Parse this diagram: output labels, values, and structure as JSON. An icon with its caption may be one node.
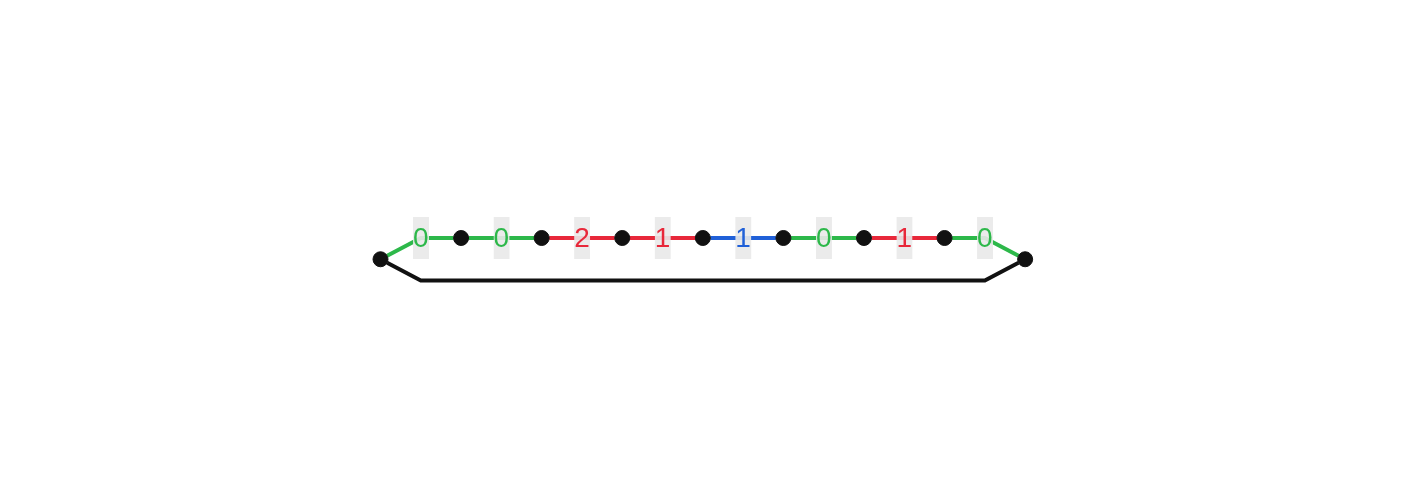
{
  "diagram": {
    "nodes": [
      {
        "text": [],
        "shape": "circle"
      },
      {
        "text": [],
        "shape": "circle"
      },
      {
        "text": [],
        "shape": "circle"
      },
      {
        "text": [],
        "shape": "circle"
      },
      {
        "text": [],
        "shape": "circle"
      },
      {
        "text": [],
        "shape": "circle"
      },
      {
        "text": [],
        "shape": "circle"
      },
      {
        "text": [],
        "shape": "circle"
      },
      {
        "text": [],
        "shape": "circle"
      }
    ],
    "edges": [
      {
        "from": 0,
        "to": 1,
        "arrow": "none",
        "label": "0",
        "color": "#2db84a"
      },
      {
        "from": 1,
        "to": 2,
        "arrow": "none",
        "label": "0",
        "color": "#2db84a"
      },
      {
        "from": 2,
        "to": 3,
        "arrow": "none",
        "label": "2",
        "color": "#e8283a"
      },
      {
        "from": 3,
        "to": 4,
        "arrow": "none",
        "label": "1",
        "color": "#e8283a"
      },
      {
        "from": 4,
        "to": 5,
        "arrow": "none",
        "label": "1",
        "color": "#2060d8"
      },
      {
        "from": 5,
        "to": 6,
        "arrow": "none",
        "label": "0",
        "color": "#2db84a"
      },
      {
        "from": 6,
        "to": 7,
        "arrow": "none",
        "label": "1",
        "color": "#e8283a"
      },
      {
        "from": 7,
        "to": 8,
        "arrow": "none",
        "label": "0",
        "color": "#2db84a"
      },
      {
        "from": 0,
        "to": 8,
        "arrow": "none",
        "color": "#111111"
      }
    ]
  }
}
